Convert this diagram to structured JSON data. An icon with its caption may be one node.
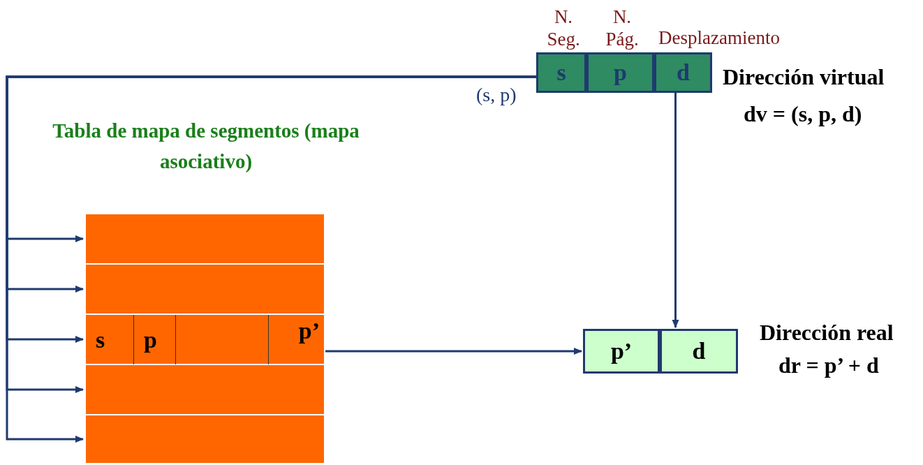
{
  "diagram": {
    "nodes": [
      {
        "text": [
          "s"
        ],
        "beside": [
          "N. Seg."
        ]
      },
      {
        "text": [
          "p"
        ],
        "beside": [
          "N. Pág."
        ]
      },
      {
        "text": [
          "d"
        ],
        "beside": [
          "Desplazamiento"
        ]
      },
      {
        "text": [
          "Tabla de mapa de segmentos (mapa asociativo)"
        ]
      },
      {
        "text": [],
        "shape": "box",
        "in": 3
      },
      {
        "text": [],
        "shape": "box",
        "in": 3
      },
      {
        "text": [],
        "shape": "box",
        "in": 3
      },
      {
        "text": [
          "s"
        ],
        "in": 6
      },
      {
        "text": [
          "p"
        ],
        "in": 6
      },
      {
        "text": [],
        "shape": "box",
        "in": 6
      },
      {
        "text": [
          "p’"
        ],
        "in": 6
      },
      {
        "text": [],
        "shape": "box",
        "in": 3
      },
      {
        "text": [],
        "shape": "box",
        "in": 3
      },
      {
        "text": [
          "p’"
        ]
      },
      {
        "text": [
          "d"
        ]
      }
    ],
    "edges": [
      {
        "from": 0,
        "to": 4,
        "arrow": "to",
        "label": "(s, p)"
      },
      {
        "from": 0,
        "to": 5,
        "arrow": "to"
      },
      {
        "from": 0,
        "to": 6,
        "arrow": "to"
      },
      {
        "from": 0,
        "to": 11,
        "arrow": "to"
      },
      {
        "from": 0,
        "to": 12,
        "arrow": "to"
      },
      {
        "from": 2,
        "to": 14,
        "arrow": "to"
      },
      {
        "from": 10,
        "to": 13,
        "arrow": "to"
      }
    ],
    "labels": [
      "Dirección virtual",
      "dv = (s, p, d)",
      "Dirección real",
      "dr = p’ + d"
    ]
  }
}
